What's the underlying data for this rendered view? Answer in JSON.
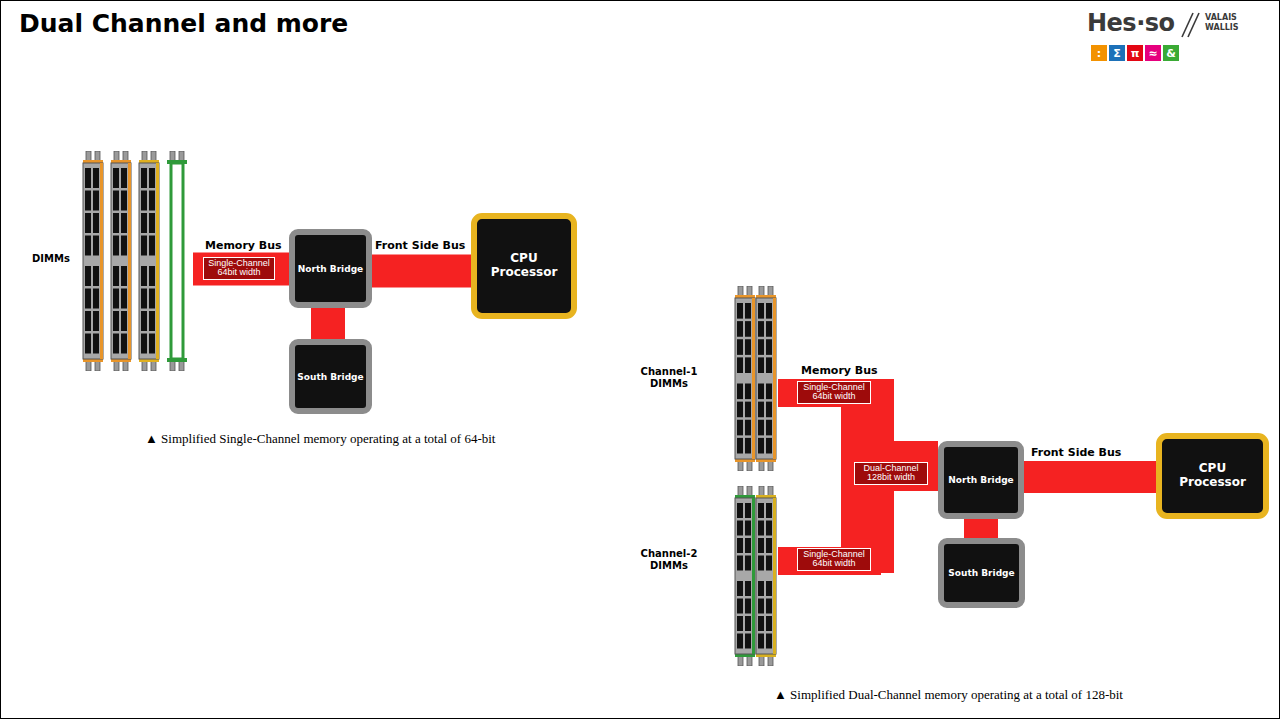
{
  "diagram": {
    "title": "Dual Channel and more",
    "nodes": [
      {
        "text": [
          "DIMMs"
        ]
      },
      {
        "text": [
          "North Bridge"
        ]
      },
      {
        "text": [
          "South Bridge"
        ]
      },
      {
        "text": [
          "CPU Processor"
        ]
      },
      {
        "text": [
          "Channel-1 DIMMs"
        ]
      },
      {
        "text": [
          "Channel-2 DIMMs"
        ]
      },
      {
        "text": [
          "North Bridge"
        ]
      },
      {
        "text": [
          "South Bridge"
        ]
      },
      {
        "text": [
          "CPU Processor"
        ]
      }
    ],
    "edges": [
      {
        "from": 0,
        "to": 1,
        "arrow": "none",
        "label": "Single-Channel 64bit width"
      },
      {
        "from": 1,
        "to": 3,
        "arrow": "none",
        "label": "Front Side Bus"
      },
      {
        "from": 1,
        "to": 2,
        "arrow": "none"
      },
      {
        "from": 4,
        "to": 6,
        "arrow": "none",
        "label": "Single-Channel 64bit width"
      },
      {
        "from": 5,
        "to": 6,
        "arrow": "none",
        "label": "Single-Channel 64bit width"
      },
      {
        "from": 6,
        "to": 8,
        "arrow": "none",
        "label": "Front Side Bus"
      },
      {
        "from": 6,
        "to": 7,
        "arrow": "none"
      }
    ],
    "labels": [
      "Hes·so",
      "VALAIS",
      "WALLIS",
      ":",
      "Σ",
      "π",
      "≈",
      "&",
      "Memory Bus",
      "▲ Simplified Single-Channel memory operating at a total of 64-bit",
      "Memory Bus",
      "Dual-Channel 128bit width",
      "▲ Simplified Dual-Channel memory operating at a total of 128-bit"
    ]
  }
}
